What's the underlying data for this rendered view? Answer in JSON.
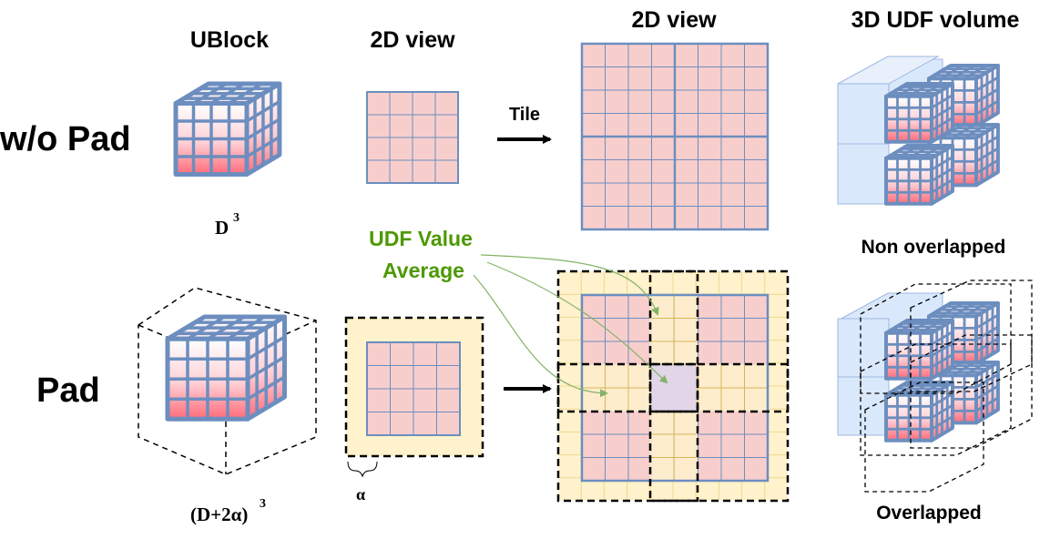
{
  "columns": {
    "ublock": "UBlock",
    "view2d": "2D view",
    "view2d_tiled": "2D view",
    "volume": "3D UDF volume"
  },
  "rows": {
    "no_pad": "w/o Pad",
    "pad": "Pad"
  },
  "labels": {
    "size_no_pad": "D",
    "size_no_pad_exp": "3",
    "size_pad": "(D+2α)",
    "size_pad_exp": "3",
    "alpha": "α",
    "tile": "Tile",
    "udf_line1": "UDF Value",
    "udf_line2": "Average",
    "non_overlapped": "Non overlapped",
    "overlapped": "Overlapped"
  },
  "colors": {
    "cell_fill": "#f8cecc",
    "grid_line": "#6c8ebf",
    "pad_fill": "#fff2cc",
    "pad_line": "#d6b656",
    "overlap_center": "#e1d5e7",
    "annotation_green": "#4d9900",
    "block_blue": "#dae8fc",
    "cube_edge": "#6c8ebf"
  }
}
